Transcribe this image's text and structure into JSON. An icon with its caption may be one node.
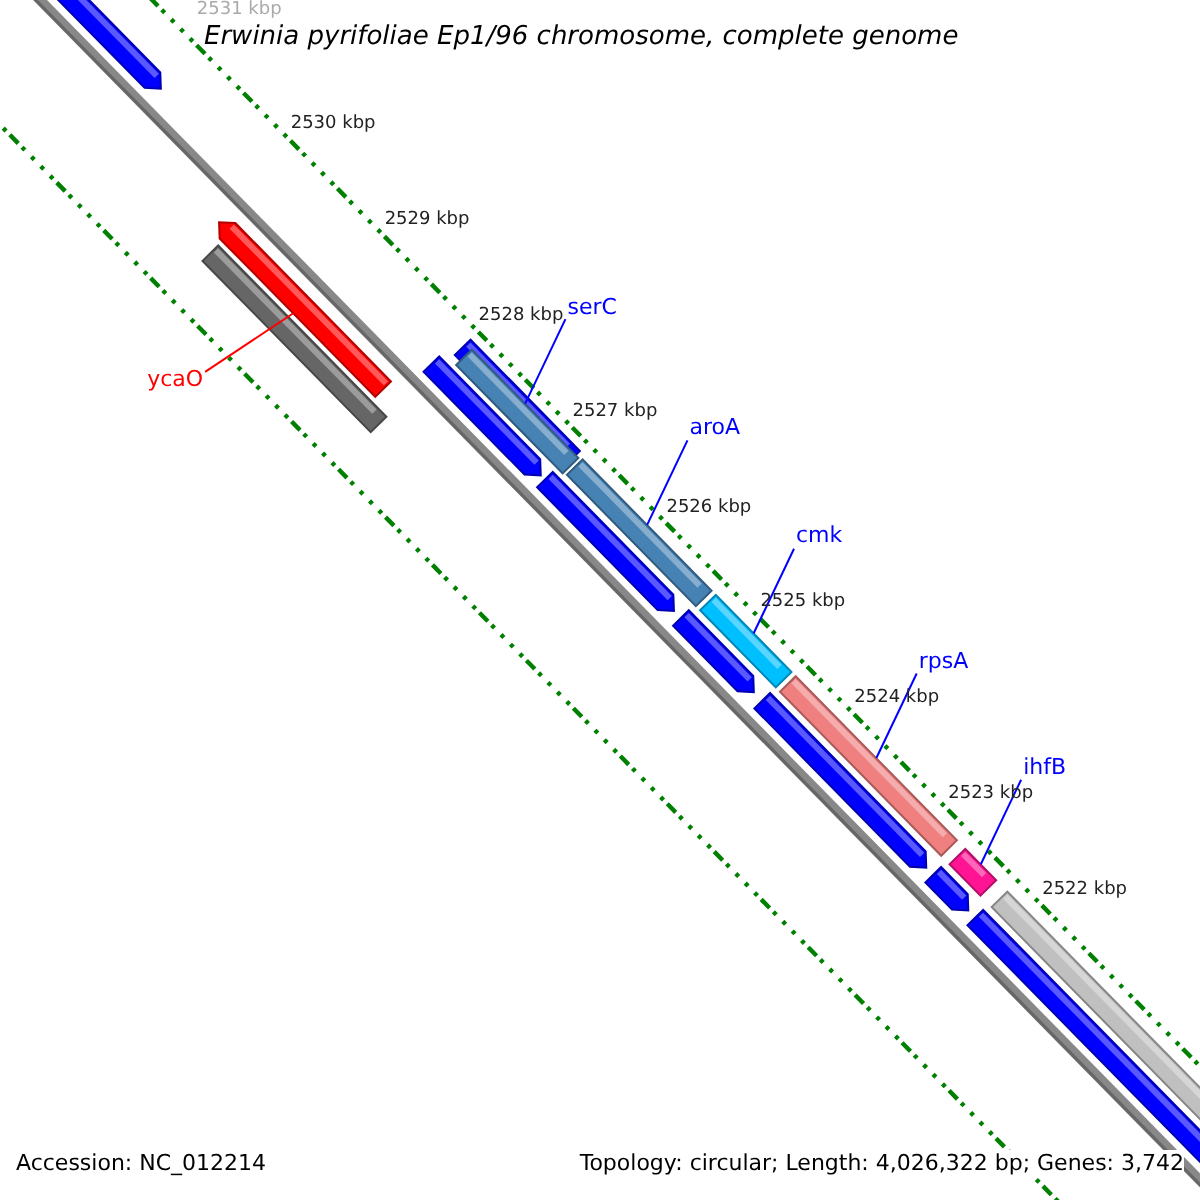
{
  "diagram": {
    "title": "Erwinia pyrifoliae Ep1/96 chromosome, complete genome",
    "nodes": [
      {
        "text": [
          "ycaO"
        ]
      },
      {
        "text": [],
        "shape": "bar"
      },
      {
        "text": [
          "serC"
        ]
      },
      {
        "text": [],
        "shape": "bar"
      },
      {
        "text": [
          "aroA"
        ]
      },
      {
        "text": [],
        "shape": "bar"
      },
      {
        "text": [
          "cmk"
        ]
      },
      {
        "text": [],
        "shape": "bar"
      },
      {
        "text": [
          "rpsA"
        ]
      },
      {
        "text": [],
        "shape": "bar"
      },
      {
        "text": [
          "ihfB"
        ]
      },
      {
        "text": [],
        "shape": "bar"
      }
    ],
    "edges": [
      {
        "from": 0,
        "to": 1,
        "arrow": "none",
        "color": "#ff0000"
      },
      {
        "from": 2,
        "to": 3,
        "arrow": "none"
      },
      {
        "from": 4,
        "to": 5,
        "arrow": "none"
      },
      {
        "from": 6,
        "to": 7,
        "arrow": "none"
      },
      {
        "from": 8,
        "to": 9,
        "arrow": "none"
      },
      {
        "from": 10,
        "to": 11,
        "arrow": "none"
      }
    ],
    "labels": [
      "2531 kbp",
      "2530 kbp",
      "2529 kbp",
      "2528 kbp",
      "2527 kbp",
      "2526 kbp",
      "2525 kbp",
      "2524 kbp",
      "2523 kbp",
      "2522 kbp",
      "Accession: NC_012214",
      "Topology: circular; Length: 4,026,322 bp; Genes: 3,742"
    ]
  }
}
